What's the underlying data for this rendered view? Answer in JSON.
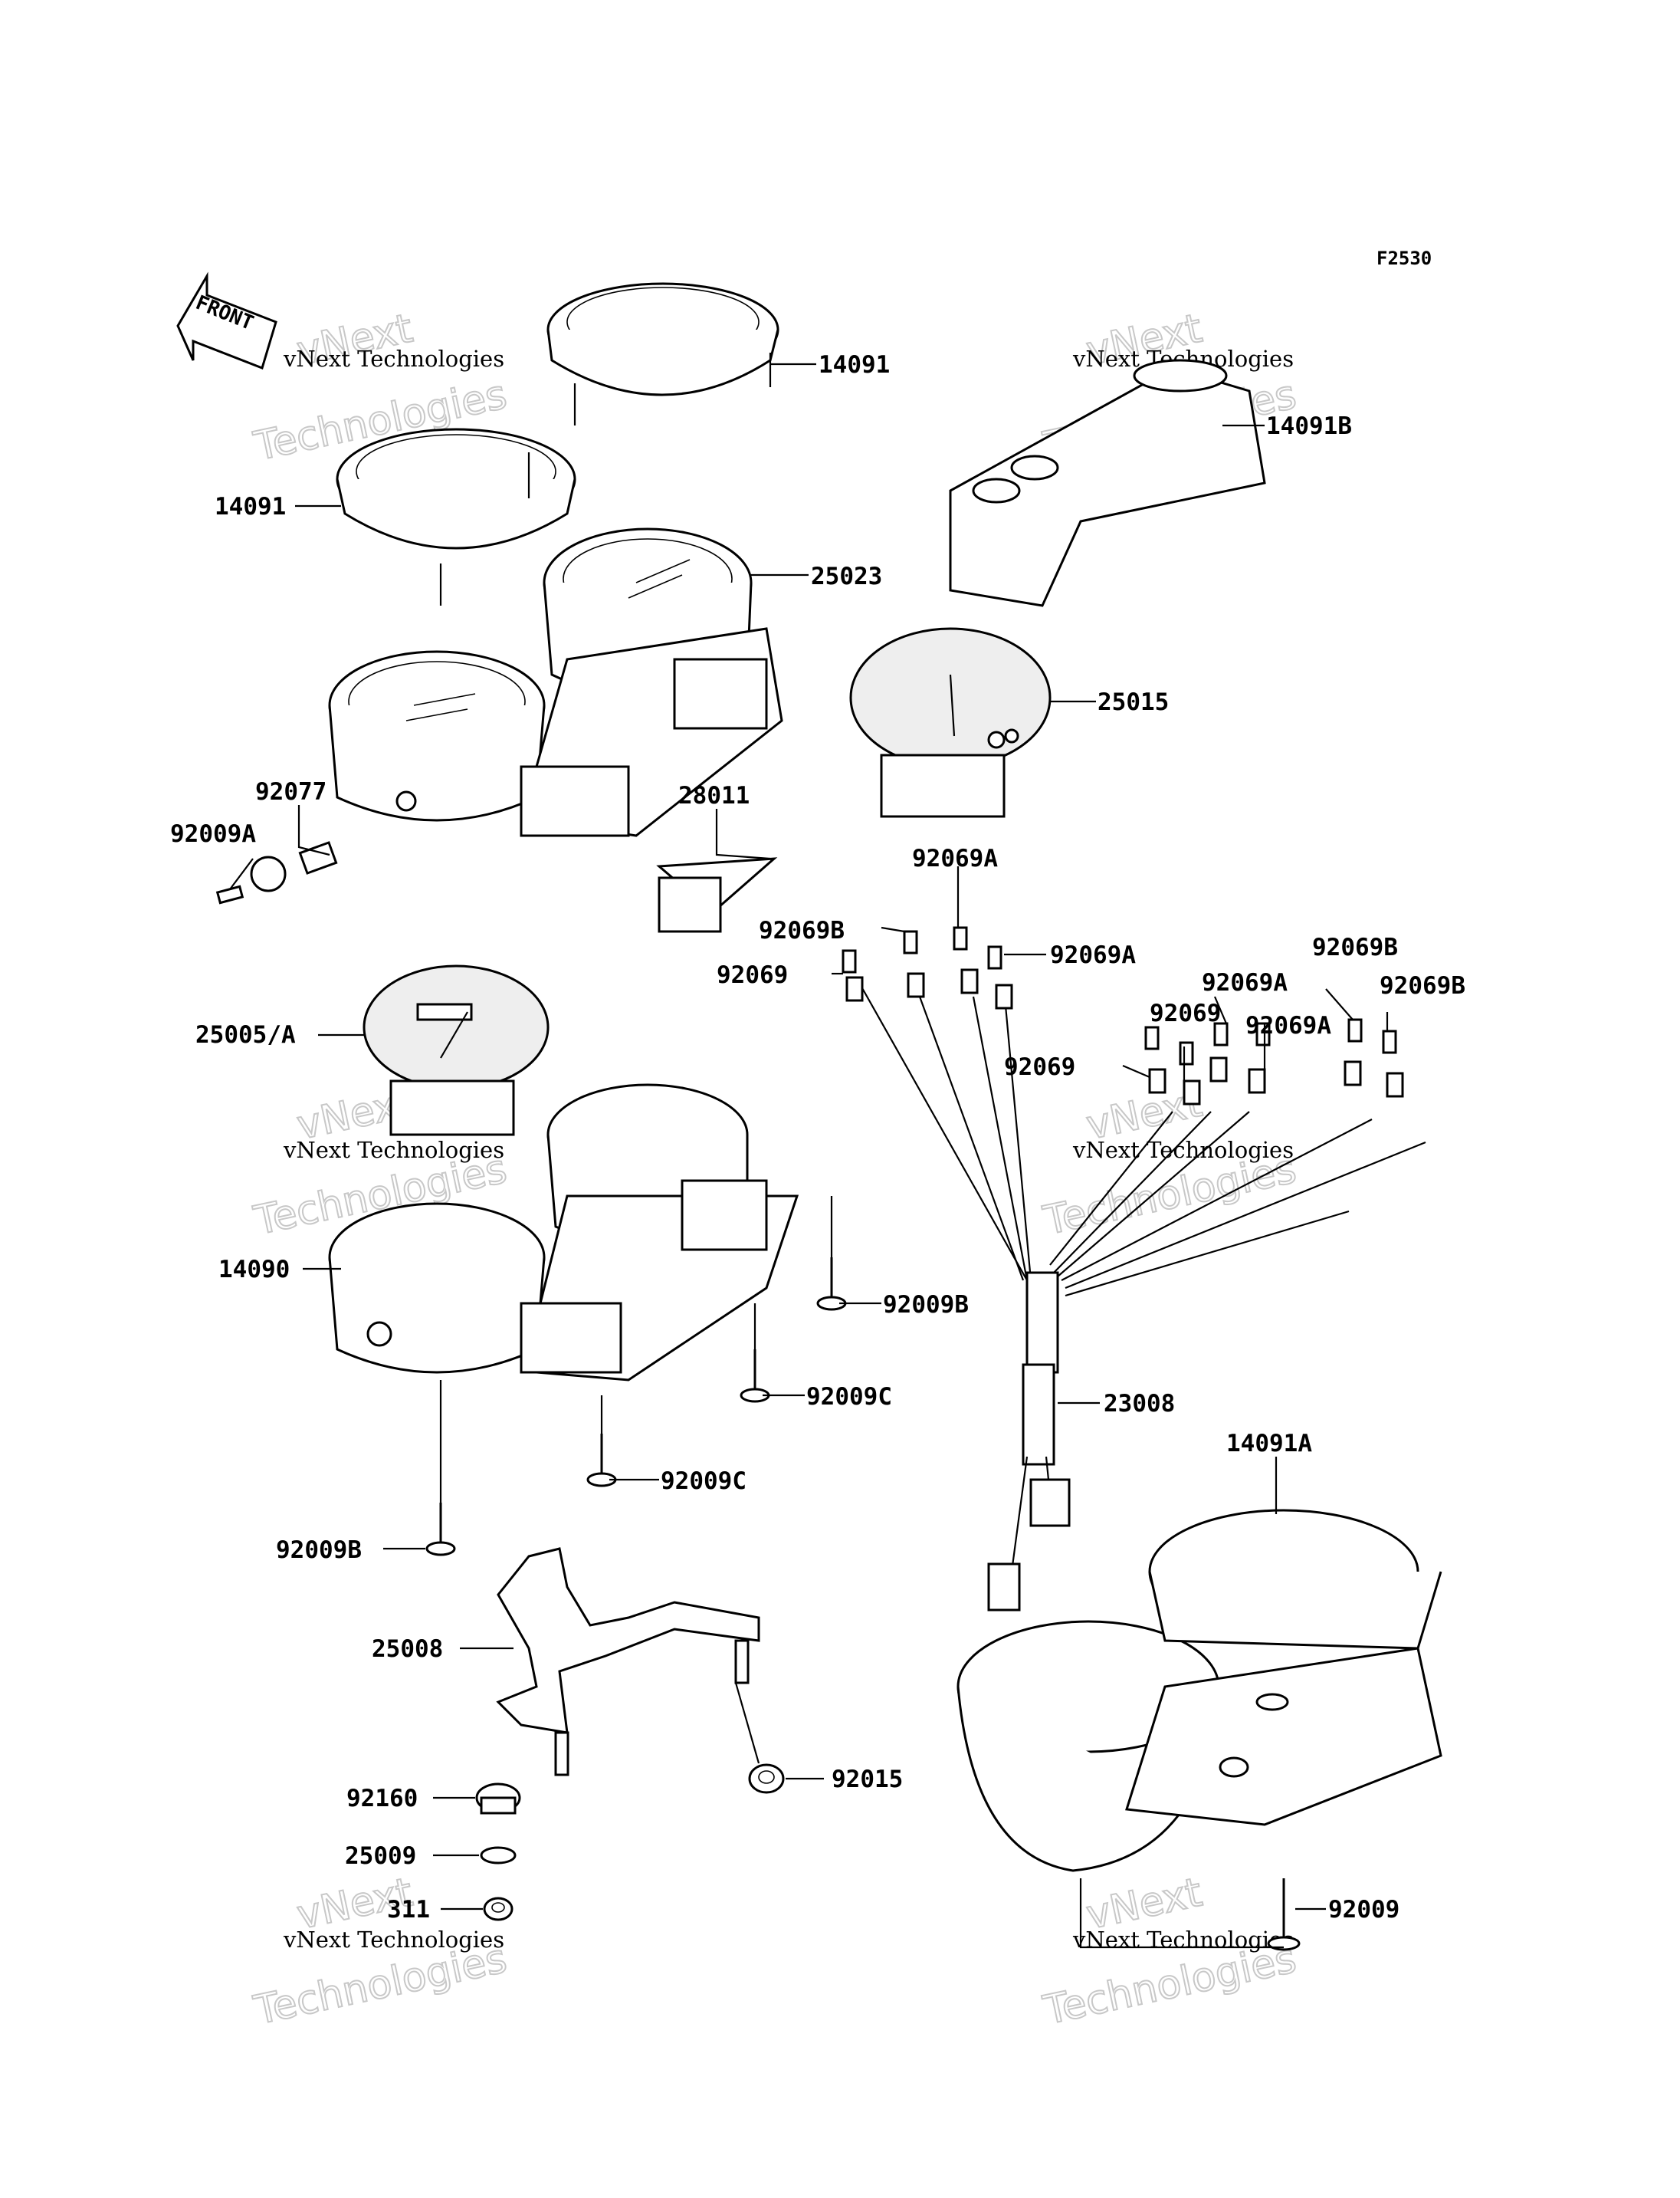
{
  "figure_id": "F2530",
  "front_label": "FRONT",
  "watermark": {
    "line1": "vNext",
    "line2": "Technologies",
    "small": "vNext Technologies"
  },
  "labels": {
    "l14091_top": "14091",
    "l14091_left": "14091",
    "l14091B": "14091B",
    "l25023": "25023",
    "l25015": "25015",
    "l92077": "92077",
    "l92009A": "92009A",
    "l28011": "28011",
    "l92069A_top": "92069A",
    "l92069B_1": "92069B",
    "l92069A_2": "92069A",
    "l92069_1": "92069",
    "l92069B_2": "92069B",
    "l92069A_3": "92069A",
    "l92069B_3": "92069B",
    "l92069_2": "92069",
    "l92069A_4": "92069A",
    "l92069_3": "92069",
    "l25005A": "25005/A",
    "l14090": "14090",
    "l92009B_1": "92009B",
    "l92009C_1": "92009C",
    "l92009C_2": "92009C",
    "l92009B_2": "92009B",
    "l23008": "23008",
    "l14091A": "14091A",
    "l25008": "25008",
    "l92015": "92015",
    "l92160": "92160",
    "l25009": "25009",
    "l311": "311",
    "l92009": "92009"
  }
}
